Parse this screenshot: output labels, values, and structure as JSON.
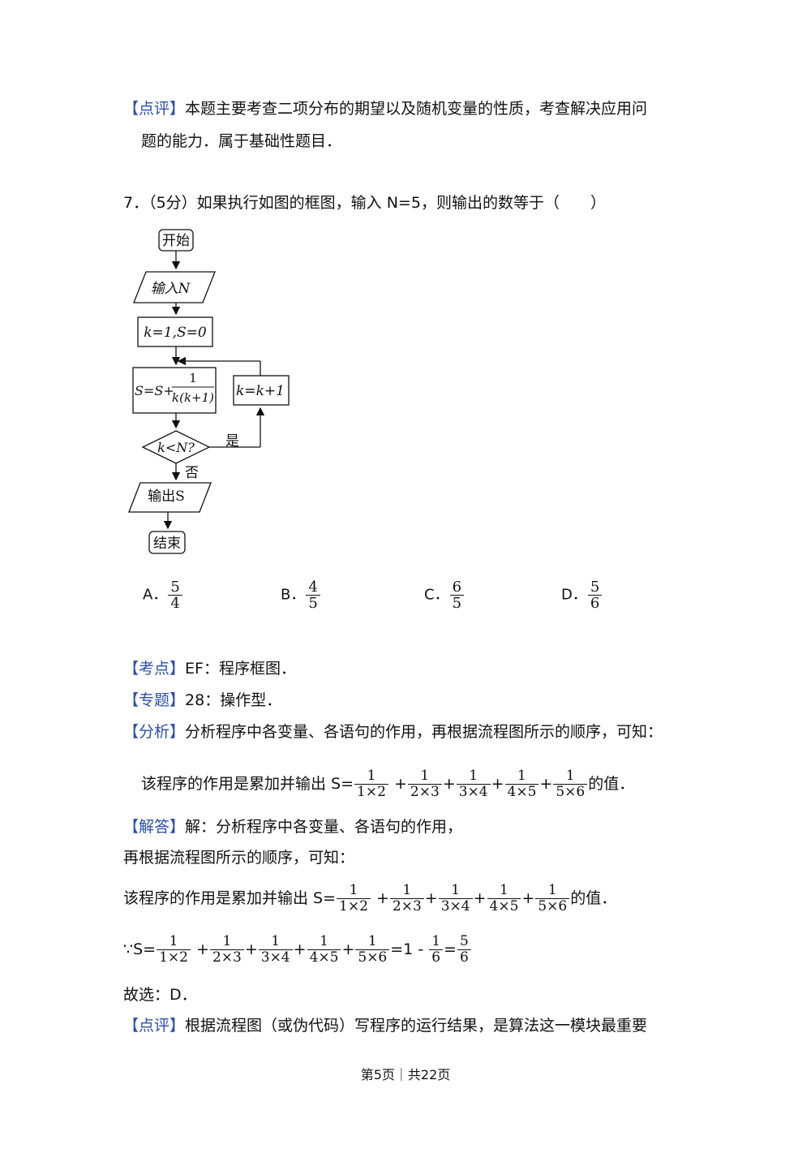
{
  "dianping1": {
    "tag": "【点评】",
    "line1": "本题主要考查二项分布的期望以及随机变量的性质，考查解决应用问",
    "line2": "题的能力．属于基础性题目．"
  },
  "q7": {
    "stem": "7．（5分）如果执行如图的框图，输入 N=5，则输出的数等于（　　）"
  },
  "flowchart": {
    "start": "开始",
    "input": "输入N",
    "init": "k=1,S=0",
    "update_prefix": "S=S+",
    "update_num": "1",
    "update_den": "k(k+1)",
    "incr": "k=k+1",
    "cond": "k<N?",
    "yes": "是",
    "no": "否",
    "output": "输出S",
    "end": "结束"
  },
  "options": [
    {
      "label": "A．",
      "num": "5",
      "den": "4"
    },
    {
      "label": "B．",
      "num": "4",
      "den": "5"
    },
    {
      "label": "C．",
      "num": "6",
      "den": "5"
    },
    {
      "label": "D．",
      "num": "5",
      "den": "6"
    }
  ],
  "kaodian": {
    "tag": "【考点】",
    "text": "EF：程序框图．"
  },
  "zhuanti": {
    "tag": "【专题】",
    "text": "28：操作型．"
  },
  "fenxi": {
    "tag": "【分析】",
    "text": "分析程序中各变量、各语句的作用，再根据流程图所示的顺序，可知：",
    "formula_prefix": "该程序的作用是累加并输出 S=",
    "formula_suffix": "的值．"
  },
  "jieda": {
    "tag": "【解答】",
    "line1": "解：分析程序中各变量、各语句的作用，",
    "line2": "再根据流程图所示的顺序，可知：",
    "formula_prefix": "该程序的作用是累加并输出 S=",
    "formula_suffix": "的值．",
    "because_prefix": "∵S=",
    "calc_mid": "=1 - ",
    "one": "1",
    "six": "6",
    "equals": "=",
    "five": "5",
    "choice": "故选：D．"
  },
  "terms": [
    {
      "num": "1",
      "den": "1×2"
    },
    {
      "num": "1",
      "den": "2×3"
    },
    {
      "num": "1",
      "den": "3×4"
    },
    {
      "num": "1",
      "den": "4×5"
    },
    {
      "num": "1",
      "den": "5×6"
    }
  ],
  "plus": "+",
  "dianping2": {
    "tag": "【点评】",
    "text": "根据流程图（或伪代码）写程序的运行结果，是算法这一模块最重要"
  },
  "footer": "第5页｜共22页"
}
